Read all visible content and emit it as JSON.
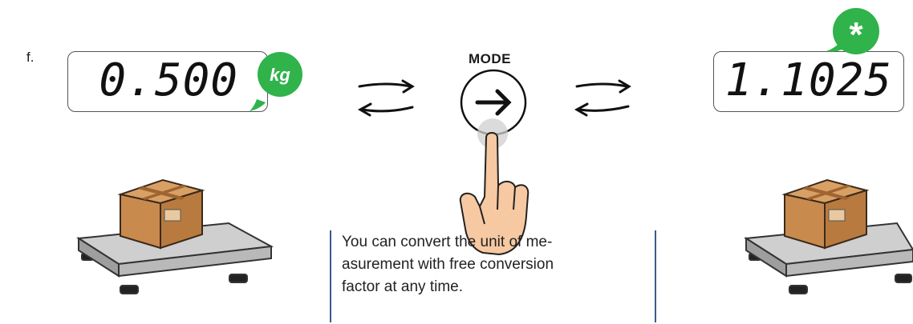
{
  "step": "f.",
  "left_display": {
    "value": "0.500",
    "unit_badge": "kg"
  },
  "right_display": {
    "value": "1.1025",
    "badge_symbol": "*"
  },
  "mode_button": {
    "label": "MODE",
    "icon": "arrow-right-icon"
  },
  "caption": "You can convert the unit of me-\nasurement with free conversion\nfactor at any time.",
  "colors": {
    "badge_green": "#2fb34a",
    "box_brown": "#c98a4e",
    "tape": "#b0763d",
    "scale_gray": "#b9b9b9"
  }
}
